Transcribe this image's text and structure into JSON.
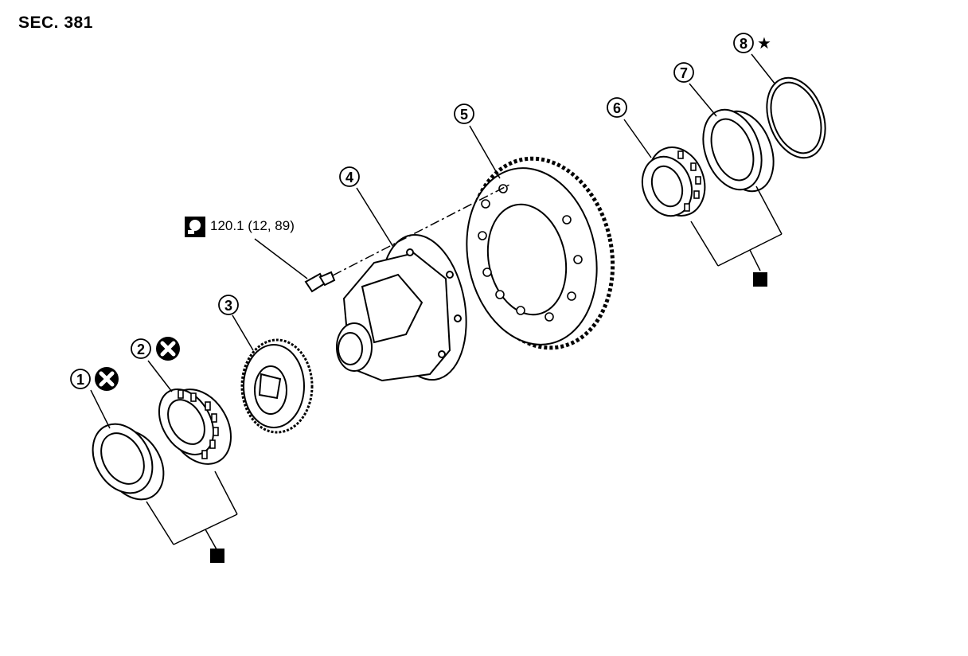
{
  "title": "SEC. 381",
  "torque": {
    "text": "120.1 (12, 89)",
    "icon": "torque-wrench-icon"
  },
  "callouts": [
    {
      "number": "1",
      "mark": "x-circle-icon"
    },
    {
      "number": "2",
      "mark": "x-circle-icon"
    },
    {
      "number": "3",
      "mark": ""
    },
    {
      "number": "4",
      "mark": ""
    },
    {
      "number": "5",
      "mark": ""
    },
    {
      "number": "6",
      "mark": ""
    },
    {
      "number": "7",
      "mark": ""
    },
    {
      "number": "8",
      "mark": "star-icon"
    }
  ],
  "set_marks": [
    "filled-square-icon",
    "filled-square-icon"
  ]
}
